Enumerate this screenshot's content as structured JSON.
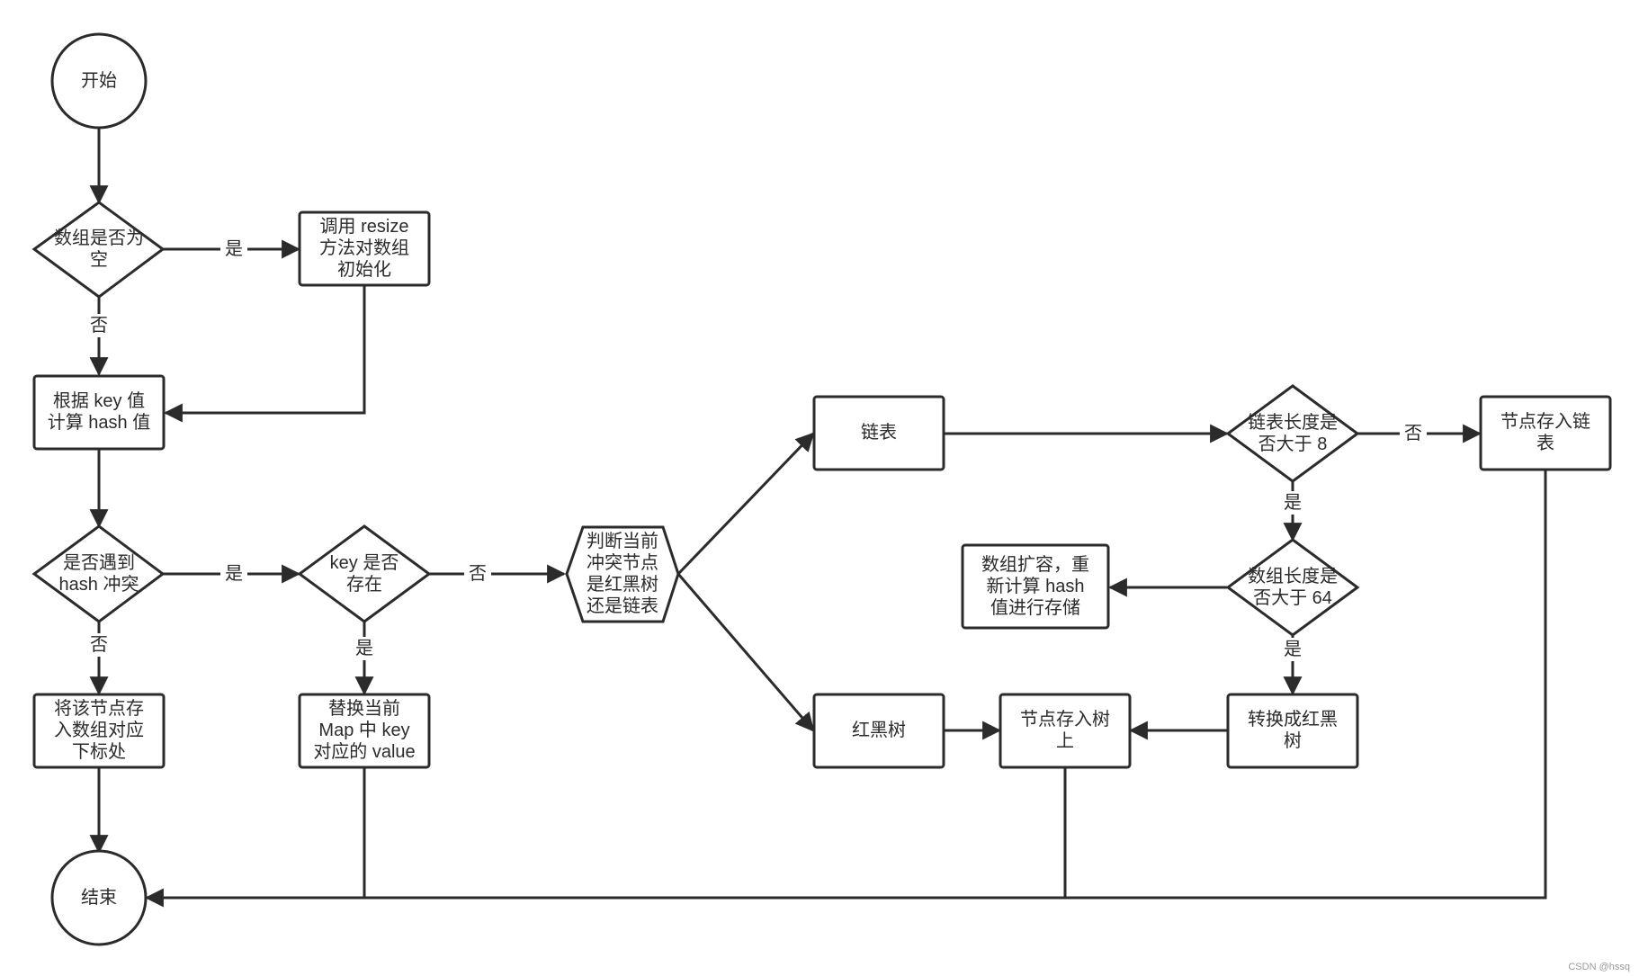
{
  "colors": {
    "stroke": "#2b2b2b",
    "fill": "#ffffff",
    "text": "#2b2b2b"
  },
  "nodes": {
    "start": "开始",
    "array_empty": "数组是否为\n空",
    "resize_init": "调用 resize\n方法对数组\n初始化",
    "compute_hash": "根据 key 值\n计算 hash 值",
    "hash_collision": "是否遇到\nhash 冲突",
    "key_exists": "key 是否\n存在",
    "check_node_type": "判断当前\n冲突节点\n是红黑树\n还是链表",
    "store_at_index": "将该节点存\n入数组对应\n下标处",
    "replace_value": "替换当前\nMap 中 key\n对应的 value",
    "linked_list": "链表",
    "list_len_gt8": "链表长度是\n否大于 8",
    "store_in_list": "节点存入链\n表",
    "array_len_gt64": "数组长度是\n否大于 64",
    "resize_rehash": "数组扩容，重\n新计算 hash\n值进行存储",
    "red_black_tree": "红黑树",
    "store_in_tree": "节点存入树\n上",
    "convert_to_tree": "转换成红黑\n树",
    "end": "结束"
  },
  "edge_labels": {
    "empty_yes": "是",
    "empty_no": "否",
    "collision_yes": "是",
    "collision_no": "否",
    "key_no": "否",
    "key_yes": "是",
    "len8_no": "否",
    "len8_yes": "是",
    "len64_yes": "是"
  },
  "watermark": "CSDN @hssq"
}
